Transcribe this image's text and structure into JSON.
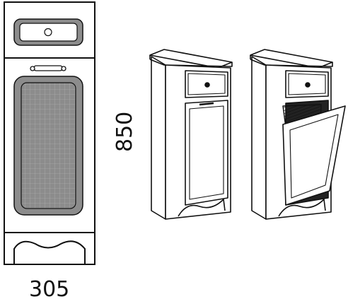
{
  "dimensions": {
    "width_label": "305",
    "height_label": "850"
  },
  "colors": {
    "line": "#111111",
    "panel_border": "#8c8c8c",
    "grid": "#b8b8b8",
    "drawer_fill": "#ffffff"
  },
  "views": {
    "front": "front-view",
    "closed": "cabinet-closed",
    "open": "cabinet-open-laundry-bin"
  }
}
